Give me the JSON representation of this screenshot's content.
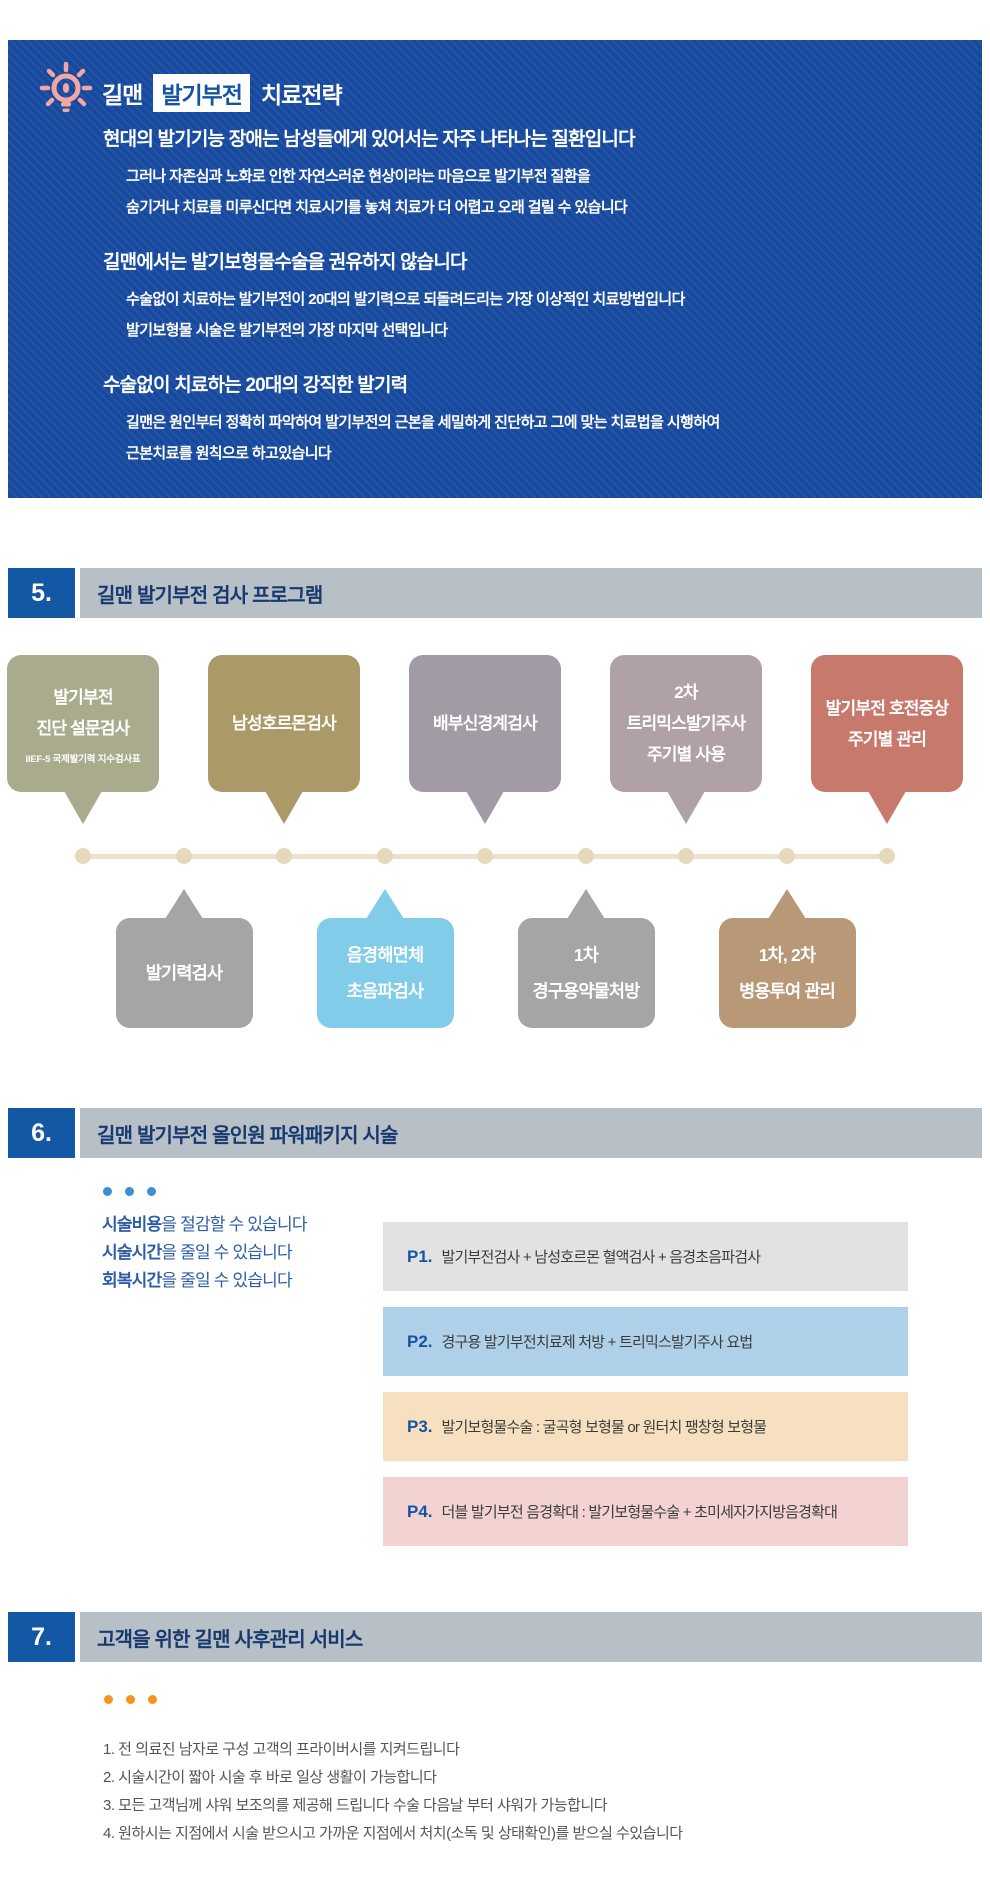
{
  "hero": {
    "title": {
      "prefix": "길맨",
      "highlight": "발기부전",
      "suffix": "치료전략"
    },
    "groups": [
      {
        "heading": "현대의 발기기능 장애는 남성들에게 있어서는 자주 나타나는 질환입니다",
        "lines": [
          "그러나 자존심과 노화로 인한 자연스러운 현상이라는 마음으로 발기부전 질환을",
          "숨기거나 치료를 미루신다면 치료시기를 놓쳐 치료가 더 어렵고 오래 걸릴 수 있습니다"
        ]
      },
      {
        "heading": "길맨에서는 발기보형물수술을 권유하지 않습니다",
        "lines": [
          "수술없이 치료하는 발기부전이 20대의 발기력으로 되돌려드리는 가장 이상적인 치료방법입니다",
          "발기보형물 시술은 발기부전의 가장 마지막 선택입니다"
        ]
      },
      {
        "heading": "수술없이 치료하는 20대의 강직한 발기력",
        "lines": [
          "길맨은 원인부터 정확히 파악하여 발기부전의 근본을 세밀하게 진단하고 그에 맞는 치료법을 시행하여",
          "근본치료를 원칙으로 하고있습니다"
        ]
      }
    ],
    "colors": {
      "background": "#17499e",
      "bulb": "#f2a7a3",
      "highlight_text": "#1553a4"
    }
  },
  "section5": {
    "num": "5.",
    "title": "길맨 발기부전 검사 프로그램"
  },
  "timeline": {
    "dots": 9,
    "line_color": "#ece2cb",
    "dot_color": "#e5d9bc",
    "top": [
      {
        "lines": [
          "발기부전",
          "진단 설문검사"
        ],
        "note": "IIEF-5 국제발기력 지수검사표",
        "color": "#a9ab8c"
      },
      {
        "lines": [
          "남성호르몬검사"
        ],
        "color": "#ab9a67"
      },
      {
        "lines": [
          "배부신경계검사"
        ],
        "color": "#a29aa4"
      },
      {
        "lines": [
          "2차",
          "트리믹스발기주사",
          "주기별 사용"
        ],
        "color": "#b0a0a7"
      },
      {
        "lines": [
          "발기부전 호전증상",
          "주기별 관리"
        ],
        "color": "#c7796c"
      }
    ],
    "bottom": [
      {
        "lines": [
          "발기력검사"
        ],
        "color": "#a5a5a5"
      },
      {
        "lines": [
          "음경해면체",
          "초음파검사"
        ],
        "color": "#80cce9"
      },
      {
        "lines": [
          "1차",
          "경구용약물처방"
        ],
        "color": "#a5a5a5"
      },
      {
        "lines": [
          "1차, 2차",
          "병용투여 관리"
        ],
        "color": "#b99877"
      }
    ]
  },
  "section6": {
    "num": "6.",
    "title": "길맨 발기부전 올인원 파워패키지 시술",
    "dots_color": "#3d8fd0",
    "benefits": [
      {
        "strong": "시술비용",
        "rest": "을 절감할 수 있습니다"
      },
      {
        "strong": "시술시간",
        "rest": "을 줄일 수 있습니다"
      },
      {
        "strong": "회복시간",
        "rest": "을 줄일 수 있습니다"
      }
    ],
    "packages": [
      {
        "label": "P1.",
        "text": "발기부전검사 + 남성호르몬 혈액검사 + 음경초음파검사",
        "bg": "#e2e2e2"
      },
      {
        "label": "P2.",
        "text": "경구용 발기부전치료제 처방 + 트리믹스발기주사 요법",
        "bg": "#aed0e8"
      },
      {
        "label": "P3.",
        "text": "발기보형물수술 : 굴곡형 보형물 or 원터치 팽창형 보형물",
        "bg": "#f7e0bf"
      },
      {
        "label": "P4.",
        "text": "더블 발기부전 음경확대 : 발기보형물수술 + 초미세자가지방음경확대",
        "bg": "#f3d2d2"
      }
    ]
  },
  "section7": {
    "num": "7.",
    "title": "고객을 위한 길맨 사후관리 서비스",
    "dots_color": "#f6921e",
    "items": [
      "1. 전 의료진 남자로 구성 고객의 프라이버시를 지켜드립니다",
      "2. 시술시간이 짧아 시술 후 바로 일상 생활이 가능합니다",
      "3. 모든 고객님께 샤워 보조의를 제공해 드립니다 수술 다음날 부터 샤워가 가능합니다",
      "4. 원하시는 지점에서 시술 받으시고 가까운 지점에서 처치(소독 및 상태확인)를 받으실 수있습니다"
    ]
  }
}
